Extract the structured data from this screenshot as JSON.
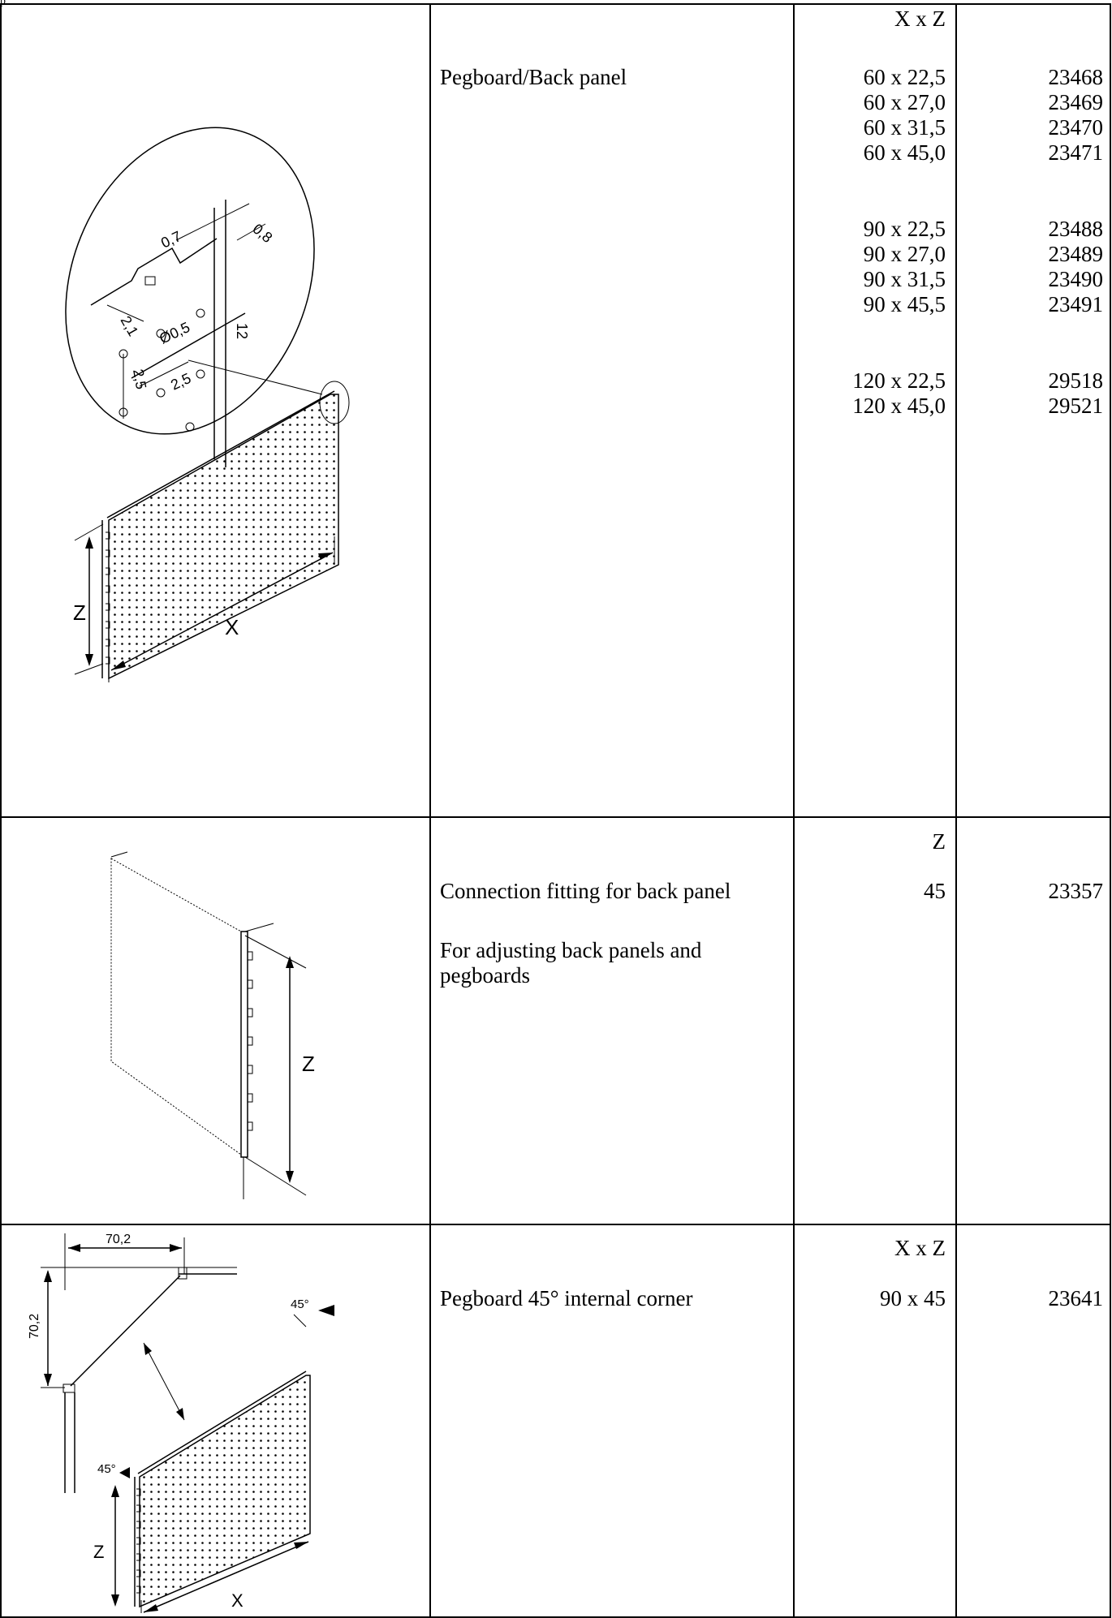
{
  "page": {
    "corner_mark": "p"
  },
  "rows": [
    {
      "dim_header": "X x Z",
      "description": "Pegboard/Back panel",
      "dims": [
        "60 x 22,5",
        "60 x 27,0",
        "60 x 31,5",
        "60 x 45,0",
        "90 x 22,5",
        "90 x 27,0",
        "90 x 31,5",
        "90 x 45,5",
        "120 x 22,5",
        "120 x 45,0"
      ],
      "articles": [
        "23468",
        "23469",
        "23470",
        "23471",
        "23488",
        "23489",
        "23490",
        "23491",
        "29518",
        "29521"
      ],
      "drawing_labels": {
        "x": "X",
        "z": "Z",
        "d1": "0,7",
        "d2": "0,8",
        "d3": "2,1",
        "d4": "12",
        "d5": "Ø0,5",
        "d6": "2,5",
        "d7": "2,5"
      }
    },
    {
      "dim_header": "Z",
      "description": "Connection fitting for back panel",
      "note": "For adjusting back panels and pegboards",
      "dims": [
        "45"
      ],
      "articles": [
        "23357"
      ],
      "drawing_labels": {
        "z": "Z"
      }
    },
    {
      "dim_header": "X x Z",
      "description": "Pegboard 45° internal corner",
      "dims": [
        "90 x 45"
      ],
      "articles": [
        "23641"
      ],
      "drawing_labels": {
        "w1": "70,2",
        "w2": "70,2",
        "a1": "45°",
        "a2": "45°",
        "x": "X",
        "z": "Z"
      }
    }
  ]
}
